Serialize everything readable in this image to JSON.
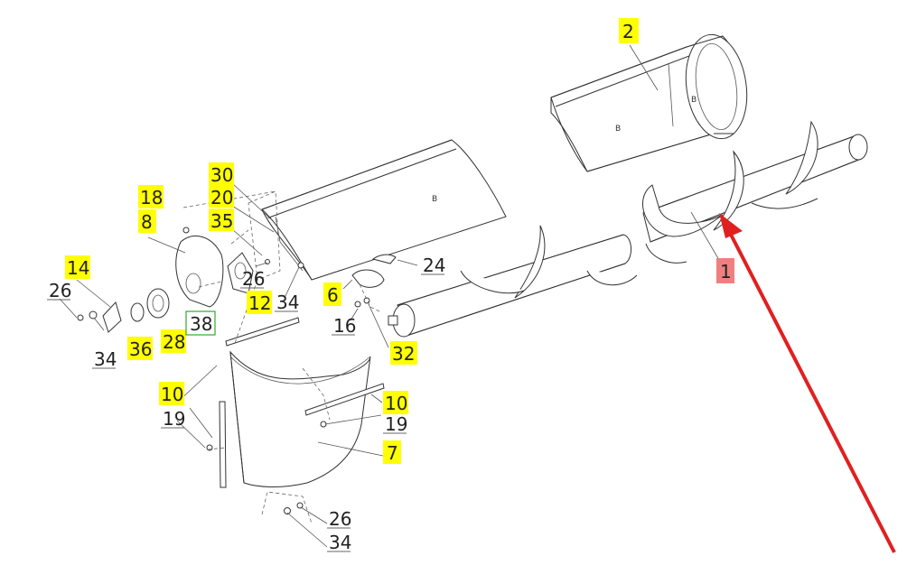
{
  "labels": {
    "l1": "1",
    "l2": "2",
    "l6": "6",
    "l7": "7",
    "l8": "8",
    "l10a": "10",
    "l10b": "10",
    "l12": "12",
    "l14": "14",
    "l16": "16",
    "l18": "18",
    "l19a": "19",
    "l19b": "19",
    "l20": "20",
    "l24": "24",
    "l26a": "26",
    "l26b": "26",
    "l26c": "26",
    "l28": "28",
    "l30": "30",
    "l32": "32",
    "l34a": "34",
    "l34b": "34",
    "l34c": "34",
    "l35": "35",
    "l36": "36",
    "l38": "38"
  },
  "marks": {
    "b1": "B",
    "b2": "B",
    "b3": "B"
  },
  "colors": {
    "highlight": "#ffff00",
    "selected": "#f08080",
    "outlined": "#2eaa2e",
    "arrow": "#e02020"
  }
}
